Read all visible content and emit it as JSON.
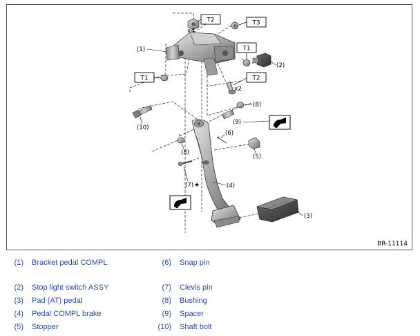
{
  "diagram": {
    "code": "BR-11114",
    "torque_tags": {
      "t1": "T1",
      "t2": "T2",
      "t3": "T3"
    },
    "qty": {
      "x4": "x4",
      "x2": "x2"
    },
    "star": "★",
    "callouts": {
      "c1": "(1)",
      "c2": "(2)",
      "c3": "(3)",
      "c4": "(4)",
      "c5": "(5)",
      "c6": "(6)",
      "c7": "(7)",
      "c8": "(8)",
      "c9": "(9)",
      "c10": "(10)"
    }
  },
  "legend": {
    "rows": [
      [
        {
          "num": "(1)",
          "name": "Bracket pedal COMPL"
        },
        {
          "num": "(6)",
          "name": "Snap pin"
        }
      ],
      [
        {
          "num": "(2)",
          "name": "Stop light switch ASSY"
        },
        {
          "num": "(7)",
          "name": "Clevis pin"
        }
      ],
      [
        {
          "num": "(3)",
          "name": "Pad (AT) pedal"
        },
        {
          "num": "(8)",
          "name": "Bushing"
        }
      ],
      [
        {
          "num": "(4)",
          "name": "Pedal COMPL brake"
        },
        {
          "num": "(9)",
          "name": "Spacer"
        }
      ],
      [
        {
          "num": "(5)",
          "name": "Stopper"
        },
        {
          "num": "(10)",
          "name": "Shaft bolt"
        }
      ]
    ]
  }
}
